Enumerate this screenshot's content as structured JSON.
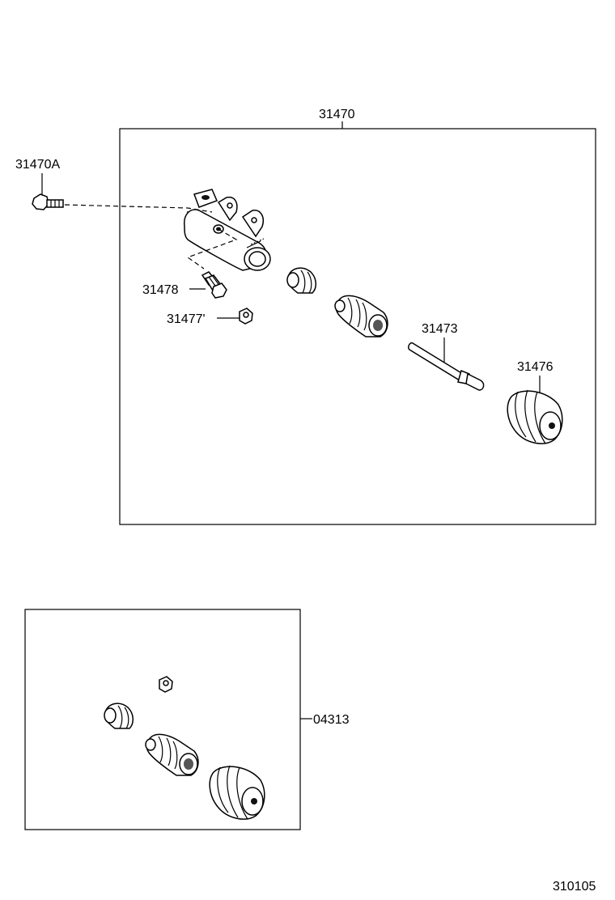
{
  "diagram": {
    "labels": {
      "kit_main": "31470",
      "bleeder_bolt": "31470A",
      "bleeder_plug": "31478",
      "bleeder_cap": "31477'",
      "push_rod": "31473",
      "boot": "31476",
      "repair_kit": "04313",
      "figure_number": "310105"
    }
  }
}
